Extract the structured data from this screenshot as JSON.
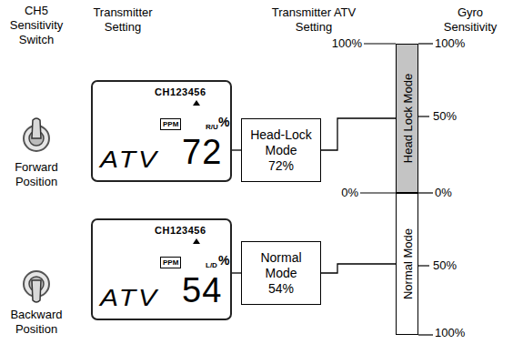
{
  "diagram": {
    "nodes": [
      {
        "text": [
          "CH123456",
          "R/U",
          "%",
          "ATV",
          "72"
        ]
      },
      {
        "text": [
          "PPM"
        ],
        "in": 0
      },
      {
        "text": [
          "Head-Lock Mode",
          "72%"
        ]
      },
      {
        "text": [
          "CH123456",
          "L/D",
          "%",
          "ATV",
          "54"
        ]
      },
      {
        "text": [
          "PPM"
        ],
        "in": 3
      },
      {
        "text": [
          "Normal Mode",
          "54%"
        ]
      },
      {
        "text": [
          "Head Lock Mode"
        ]
      },
      {
        "text": [
          "Normal Mode"
        ]
      }
    ],
    "edges": [
      {
        "from": 0,
        "to": 2,
        "arrow": "none"
      },
      {
        "from": 2,
        "to": 6,
        "arrow": "none"
      },
      {
        "from": 3,
        "to": 5,
        "arrow": "none"
      },
      {
        "from": 5,
        "to": 7,
        "arrow": "none"
      }
    ],
    "labels": [
      "CH5 Sensitivity Switch",
      "Transmitter Setting",
      "Transmitter ATV Setting",
      "Gyro Sensitivity",
      "Forward Position",
      "Backward Position",
      "100%",
      "0%",
      "100%",
      "50%",
      "0%",
      "50%",
      "100%"
    ]
  }
}
